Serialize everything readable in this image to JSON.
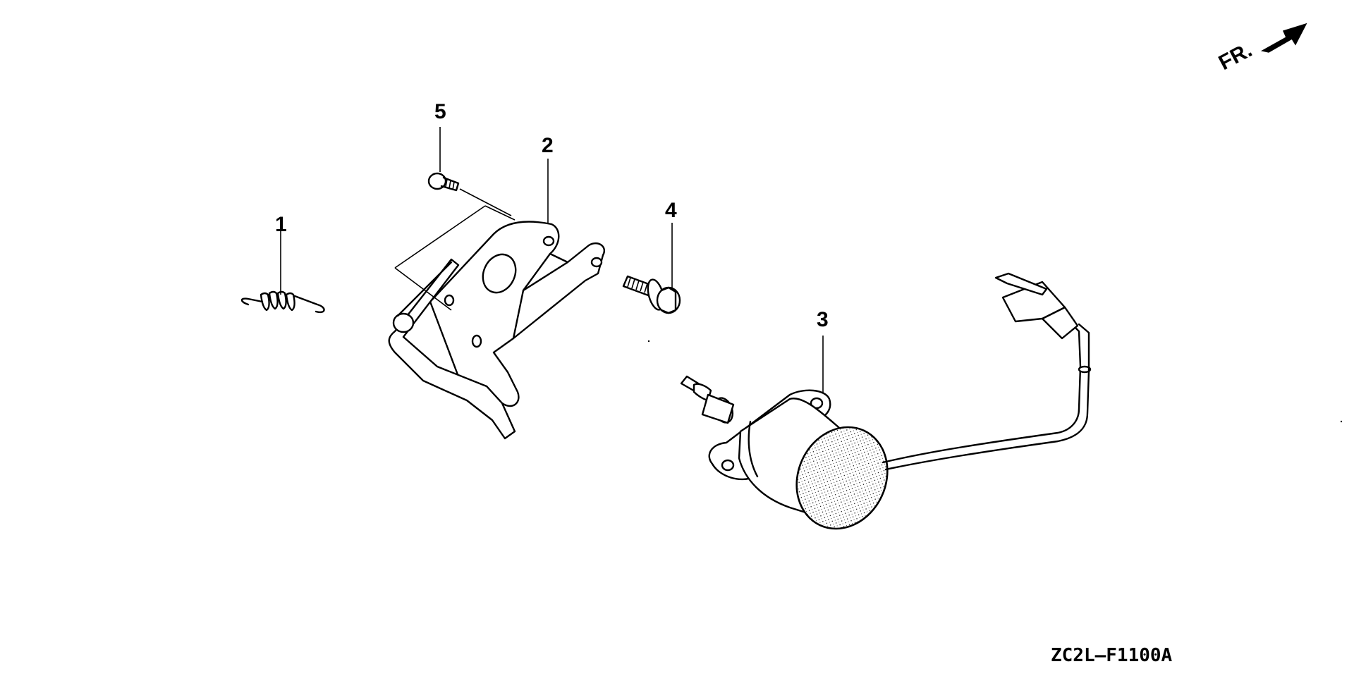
{
  "diagram_code": "ZC2L—F1100A",
  "front_marker": {
    "label": "FR.",
    "icon": "front-direction-arrow-icon"
  },
  "callouts": [
    {
      "id": "1",
      "label": "1",
      "part": "spring"
    },
    {
      "id": "2",
      "label": "2",
      "part": "bracket"
    },
    {
      "id": "3",
      "label": "3",
      "part": "solenoid"
    },
    {
      "id": "4",
      "label": "4",
      "part": "flange-bolt"
    },
    {
      "id": "5",
      "label": "5",
      "part": "screw"
    }
  ]
}
